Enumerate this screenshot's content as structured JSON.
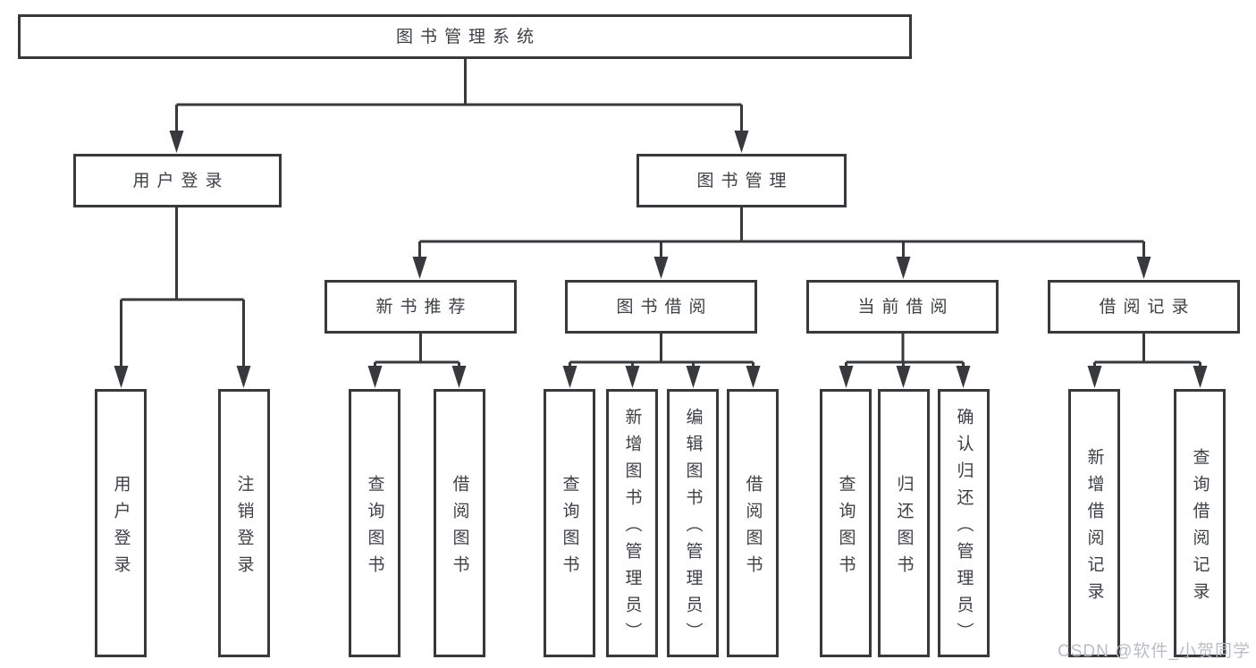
{
  "diagram_title": "图书管理系统",
  "tree": {
    "root": "图书管理系统",
    "children": [
      {
        "label": "用户登录",
        "children": [
          "用户登录",
          "注销登录"
        ]
      },
      {
        "label": "图书管理",
        "children": [
          {
            "label": "新书推荐",
            "children": [
              "查询图书",
              "借阅图书"
            ]
          },
          {
            "label": "图书借阅",
            "children": [
              "查询图书",
              "新增图书（管理员）",
              "编辑图书（管理员）",
              "借阅图书"
            ]
          },
          {
            "label": "当前借阅",
            "children": [
              "查询图书",
              "归还图书",
              "确认归还（管理员）"
            ]
          },
          {
            "label": "借阅记录",
            "children": [
              "新增借阅记录",
              "查询借阅记录"
            ]
          }
        ]
      }
    ]
  },
  "watermark": {
    "text": "CSDN @软件_小贺同学"
  },
  "colors": {
    "line": "#37393d",
    "box_border": "#37393d",
    "text": "#3d4045",
    "background": "#ffffff",
    "watermark": "#b6bac2"
  }
}
